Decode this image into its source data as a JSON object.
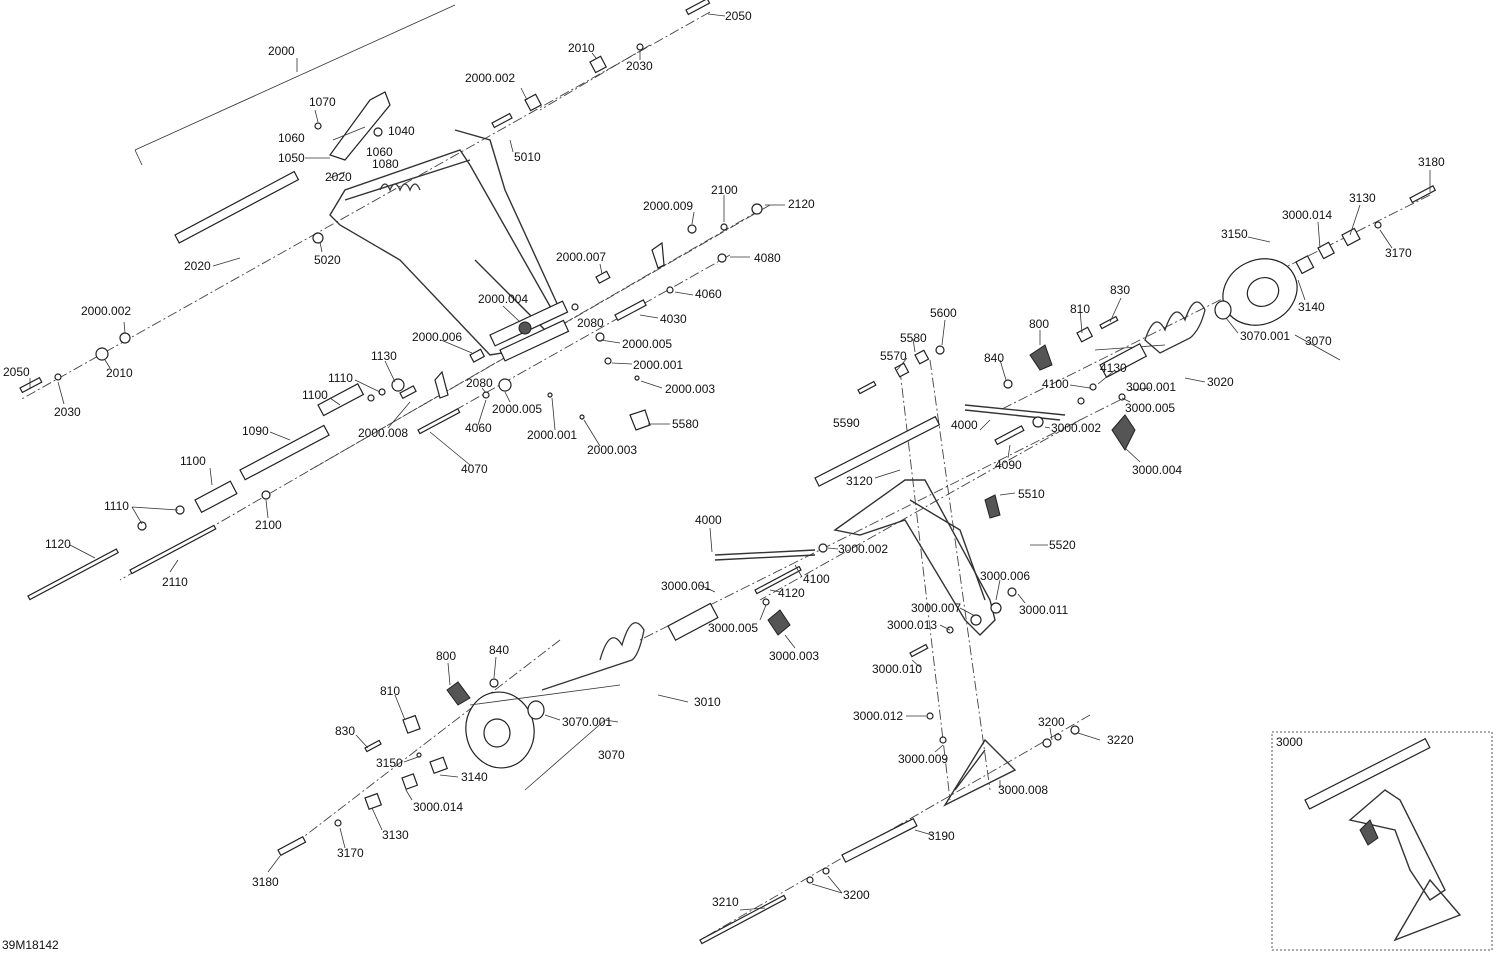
{
  "drawing_number": "39M18142",
  "inset_label": "3000",
  "labels": [
    "2050",
    "2010",
    "2030",
    "2000.002",
    "2000",
    "1070",
    "1040",
    "1060",
    "1050",
    "1060",
    "1080",
    "2020",
    "5010",
    "2020",
    "5020",
    "2000.009",
    "2100",
    "2120",
    "2000.007",
    "4080",
    "4060",
    "2000.004",
    "4030",
    "2080",
    "2000.005",
    "2000.001",
    "2000.003",
    "2000.006",
    "1130",
    "1110",
    "1100",
    "2080",
    "2000.005",
    "4060",
    "2000.008",
    "5580",
    "2000.001",
    "2000.003",
    "4070",
    "2000.002",
    "2010",
    "2050",
    "2030",
    "1090",
    "1100",
    "1110",
    "2100",
    "1120",
    "2110",
    "3180",
    "3130",
    "3000.014",
    "3170",
    "3150",
    "3140",
    "3070.001",
    "3070",
    "830",
    "810",
    "800",
    "5600",
    "5580",
    "5570",
    "5590",
    "840",
    "4100",
    "4130",
    "3000.001",
    "3020",
    "3000.005",
    "4000",
    "3000.002",
    "4090",
    "3000.004",
    "3120",
    "5510",
    "5520",
    "4000",
    "3000.002",
    "4100",
    "4120",
    "3000.001",
    "3000.005",
    "3000.003",
    "3000.006",
    "3000.007",
    "3000.011",
    "3000.013",
    "3000.010",
    "800",
    "840",
    "810",
    "830",
    "3150",
    "3140",
    "3070.001",
    "3070",
    "3010",
    "3000.014",
    "3130",
    "3170",
    "3180",
    "3000.012",
    "3000.009",
    "3200",
    "3220",
    "3000.008",
    "3190",
    "3210",
    "3200"
  ]
}
